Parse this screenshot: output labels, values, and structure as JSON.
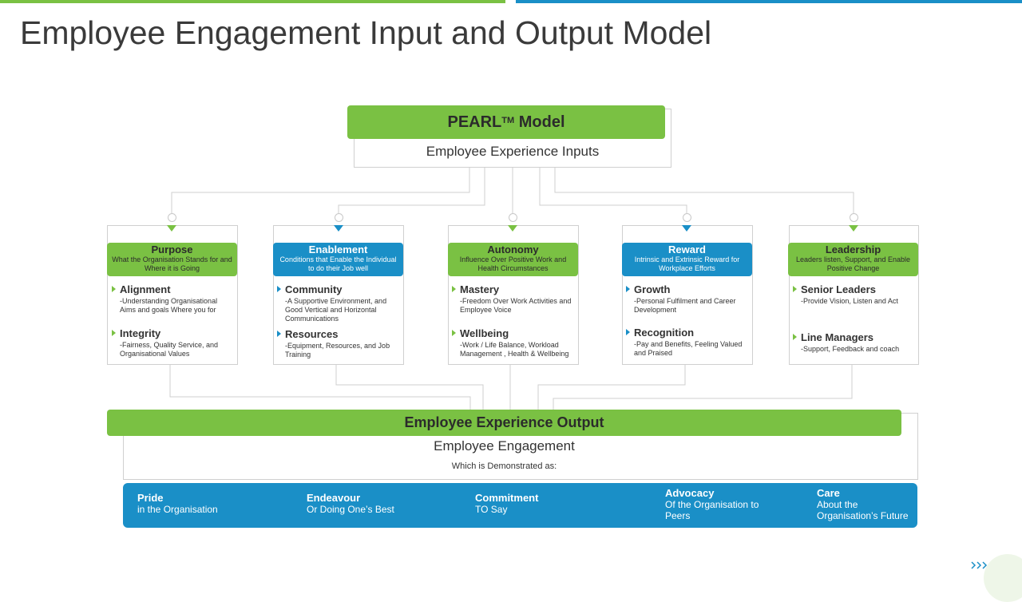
{
  "title": "Employee Engagement Input and Output Model",
  "colors": {
    "green": "#7ac143",
    "blue": "#1a8fc7"
  },
  "pearl": {
    "name": "PEARL",
    "tm": "TM",
    "suffix": " Model",
    "subtitle": "Employee Experience Inputs"
  },
  "columns": [
    {
      "title": "Purpose",
      "subtitle": "What the Organisation Stands for and Where it is Going",
      "color": "green",
      "items": [
        {
          "label": "Alignment",
          "desc": "-Understanding Organisational Aims and goals Where you for"
        },
        {
          "label": "Integrity",
          "desc": "-Fairness, Quality Service, and Organisational  Values"
        }
      ]
    },
    {
      "title": "Enablement",
      "subtitle": "Conditions that Enable the Individual to do their Job well",
      "color": "blue",
      "items": [
        {
          "label": "Community",
          "desc": "-A Supportive Environment, and Good Vertical and Horizontal Communications"
        },
        {
          "label": "Resources",
          "desc": "-Equipment, Resources, and Job Training"
        }
      ]
    },
    {
      "title": "Autonomy",
      "subtitle": "Influence Over Positive Work and Health Circumstances",
      "color": "green",
      "items": [
        {
          "label": "Mastery",
          "desc": "-Freedom Over Work Activities and Employee Voice"
        },
        {
          "label": "Wellbeing",
          "desc": "-Work / Life Balance, Workload Management , Health & Wellbeing"
        }
      ]
    },
    {
      "title": "Reward",
      "subtitle": "Intrinsic and Extrinsic Reward for Workplace Efforts",
      "color": "blue",
      "items": [
        {
          "label": "Growth",
          "desc": "-Personal Fulfilment and Career Development"
        },
        {
          "label": "Recognition",
          "desc": "-Pay and Benefits, Feeling Valued and Praised"
        }
      ]
    },
    {
      "title": "Leadership",
      "subtitle": "Leaders listen, Support, and Enable Positive Change",
      "color": "green",
      "items": [
        {
          "label": "Senior Leaders",
          "desc": "-Provide Vision, Listen and Act"
        },
        {
          "label": "Line Managers",
          "desc": "-Support, Feedback and coach"
        }
      ]
    }
  ],
  "output": {
    "title": "Employee Experience Output",
    "subtitle": "Employee Engagement",
    "note": "Which is Demonstrated as:"
  },
  "outcomes": [
    {
      "label": "Pride",
      "desc": "in the Organisation"
    },
    {
      "label": "Endeavour",
      "desc": "Or Doing One’s Best"
    },
    {
      "label": "Commitment",
      "desc": "TO Say"
    },
    {
      "label": "Advocacy",
      "desc": "Of the Organisation to Peers"
    },
    {
      "label": "Care",
      "desc": "About the Organisation’s Future"
    }
  ],
  "nav_icon": "triple-chevron-right-icon"
}
